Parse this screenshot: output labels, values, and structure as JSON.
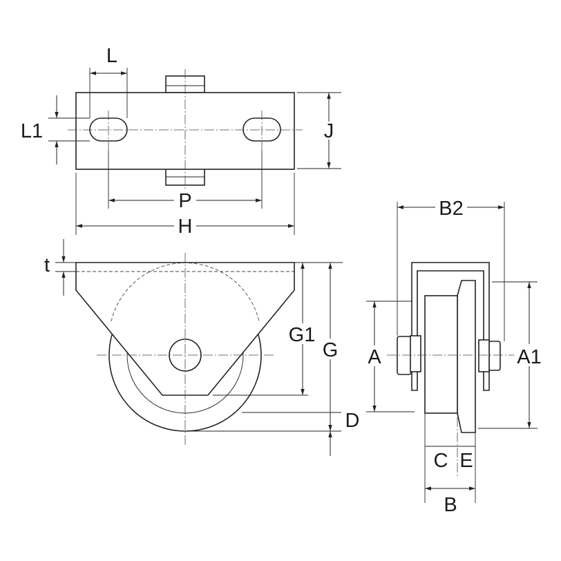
{
  "labels": {
    "L": "L",
    "L1": "L1",
    "J": "J",
    "P": "P",
    "H": "H",
    "t": "t",
    "G1": "G1",
    "G": "G",
    "D": "D",
    "B2": "B2",
    "A": "A",
    "A1": "A1",
    "C": "C",
    "E": "E",
    "B": "B"
  }
}
